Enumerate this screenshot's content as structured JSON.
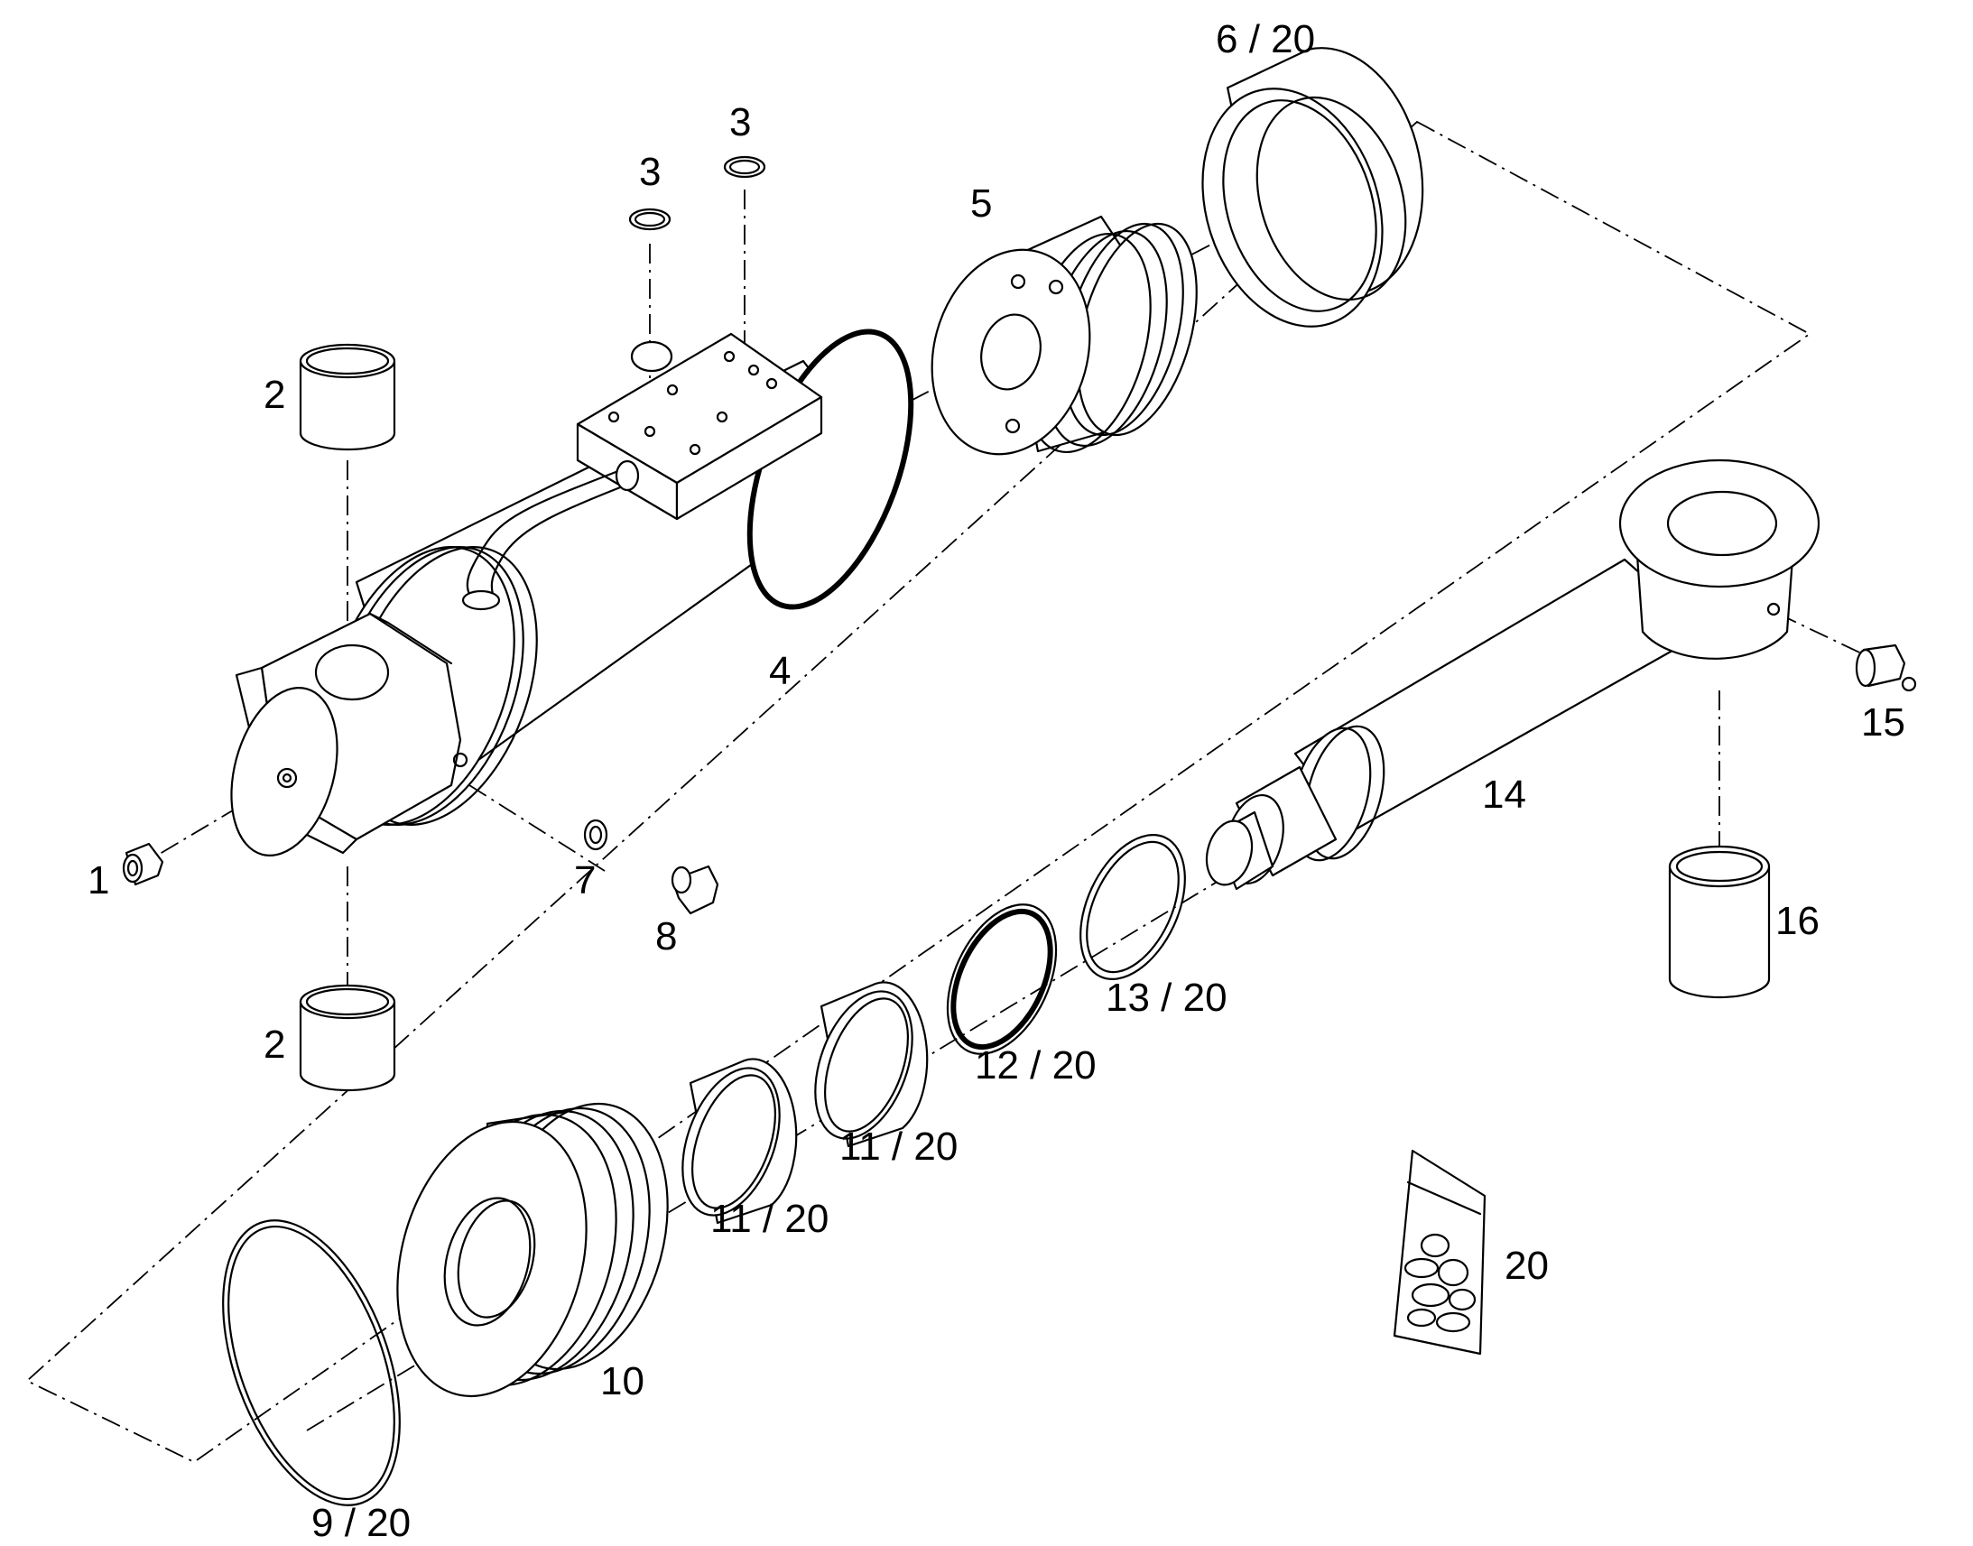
{
  "labels": {
    "l1": "1",
    "l2a": "2",
    "l2b": "2",
    "l3a": "3",
    "l3b": "3",
    "l4": "4",
    "l5": "5",
    "l6": "6 / 20",
    "l7": "7",
    "l8": "8",
    "l9": "9 / 20",
    "l10": "10",
    "l11a": "11 / 20",
    "l11b": "11 / 20",
    "l12": "12 / 20",
    "l13": "13 / 20",
    "l14": "14",
    "l15": "15",
    "l16": "16",
    "l20": "20"
  }
}
